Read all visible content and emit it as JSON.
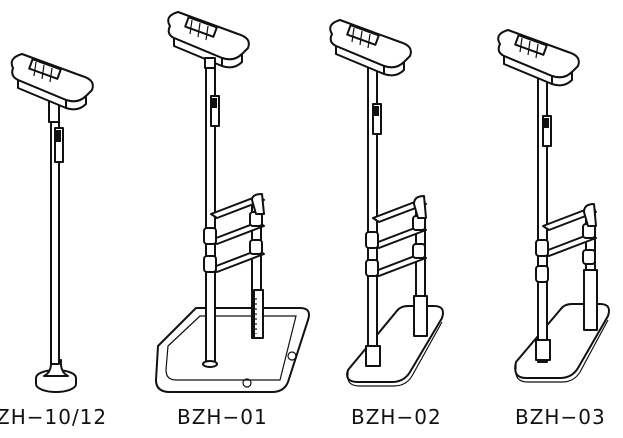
{
  "products": [
    {
      "label": "ZH−10/12",
      "stand": "round-base"
    },
    {
      "label": "BZH−01",
      "stand": "square-tray"
    },
    {
      "label": "BZH−02",
      "stand": "long-plate"
    },
    {
      "label": "BZH−03",
      "stand": "long-plate"
    }
  ],
  "colors": {
    "line": "#111111",
    "background": "#ffffff"
  }
}
